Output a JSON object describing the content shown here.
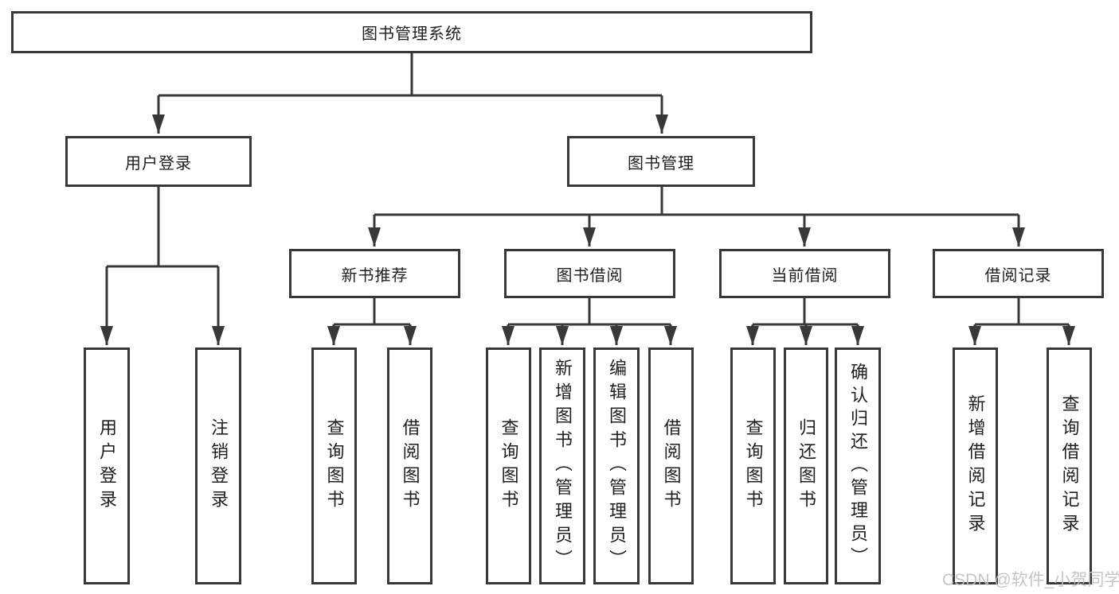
{
  "diagram": {
    "type": "hierarchy-tree",
    "tree": {
      "root": {
        "label": "图书管理系统",
        "children": [
          {
            "label": "用户登录",
            "children": [
              {
                "label": "用户登录"
              },
              {
                "label": "注销登录"
              }
            ]
          },
          {
            "label": "图书管理",
            "children": [
              {
                "label": "新书推荐",
                "children": [
                  {
                    "label": "查询图书"
                  },
                  {
                    "label": "借阅图书"
                  }
                ]
              },
              {
                "label": "图书借阅",
                "children": [
                  {
                    "label": "查询图书"
                  },
                  {
                    "label": "新增图书（管理员）"
                  },
                  {
                    "label": "编辑图书（管理员）"
                  },
                  {
                    "label": "借阅图书"
                  }
                ]
              },
              {
                "label": "当前借阅",
                "children": [
                  {
                    "label": "查询图书"
                  },
                  {
                    "label": "归还图书"
                  },
                  {
                    "label": "确认归还（管理员）"
                  }
                ]
              },
              {
                "label": "借阅记录",
                "children": [
                  {
                    "label": "新增借阅记录"
                  },
                  {
                    "label": "查询借阅记录"
                  }
                ]
              }
            ]
          }
        ]
      }
    },
    "colors": {
      "line": "#383838",
      "box_border": "#383838",
      "box_fill": "#ffffff",
      "text": "#1f1f1f",
      "background": "#ffffff",
      "watermark": "#c1c1c1"
    }
  },
  "watermark": {
    "text": "CSDN @软件_小贺同学"
  }
}
